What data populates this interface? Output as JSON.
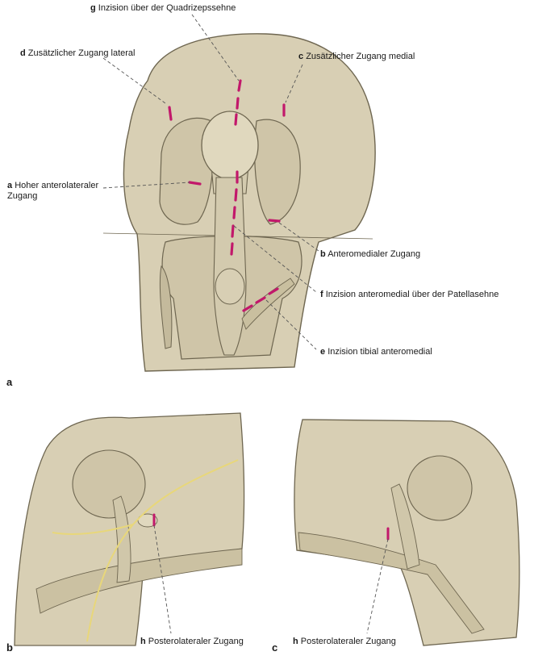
{
  "panels": {
    "a": "a",
    "b": "b",
    "c": "c"
  },
  "labels": {
    "g": {
      "letter": "g",
      "text": "Inzision über der Quadrizepssehne"
    },
    "d": {
      "letter": "d",
      "text": "Zusätzlicher Zugang lateral"
    },
    "c": {
      "letter": "c",
      "text": "Zusätzlicher Zugang medial"
    },
    "a": {
      "letter": "a",
      "line1": "Hoher anterolateraler",
      "line2": "Zugang"
    },
    "b": {
      "letter": "b",
      "text": "Anteromedialer Zugang"
    },
    "f": {
      "letter": "f",
      "text": "Inzision anteromedial über der Patellasehne"
    },
    "e": {
      "letter": "e",
      "text": "Inzision tibial anteromedial"
    },
    "h_b": {
      "letter": "h",
      "text": "Posterolateraler Zugang"
    },
    "h_c": {
      "letter": "h",
      "text": "Posterolateraler Zugang"
    }
  },
  "colors": {
    "skin": "#d8cfb4",
    "skin_dark": "#bfb596",
    "outline": "#6e6650",
    "incision": "#c2186b",
    "nerve": "#e8d77a",
    "leader": "#555555"
  }
}
